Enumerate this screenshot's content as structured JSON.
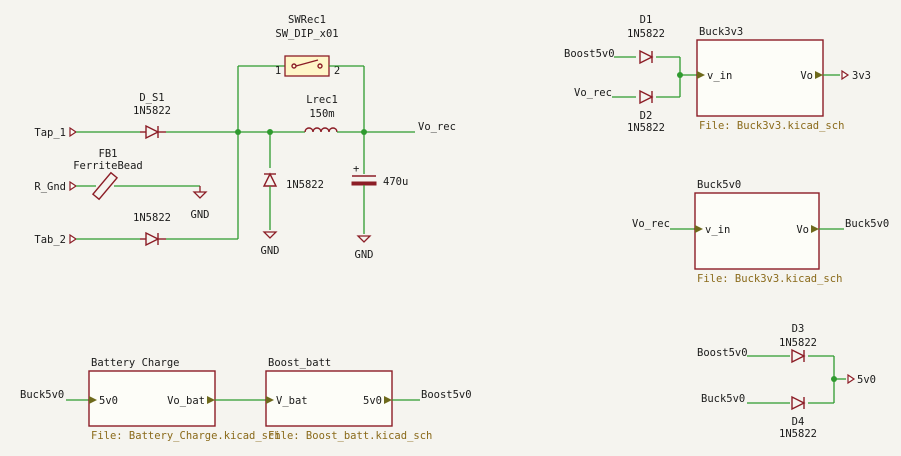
{
  "labels": {
    "tap1": "Tap_1",
    "rgnd": "R_Gnd",
    "tab2": "Tab_2",
    "vo_rec_top": "Vo_rec",
    "boost5v0_top": "Boost5v0",
    "vo_rec_d2": "Vo_rec",
    "out_3v3": "3v3",
    "vo_rec_buck5": "Vo_rec",
    "buck5v0_out": "Buck5v0",
    "buck5v0_batt": "Buck5v0",
    "boost5v0_out": "Boost5v0",
    "boost5v0_d3": "Boost5v0",
    "buck5v0_d4": "Buck5v0",
    "out_5v0": "5v0"
  },
  "components": {
    "swrec_ref": "SWRec1",
    "swrec_val": "SW_DIP_x01",
    "swrec_pin1": "1",
    "swrec_pin2": "2",
    "ds1_ref": "D_S1",
    "ds1_val": "1N5822",
    "fb1_ref": "FB1",
    "fb1_val": "FerriteBead",
    "d_tab_val": "1N5822",
    "lrec_ref": "Lrec1",
    "lrec_val": "150m",
    "dshunt_val": "1N5822",
    "cap_val": "470u",
    "cap_plus": "+",
    "gnd1": "GND",
    "gnd2": "GND",
    "gnd3": "GND",
    "d1_ref": "D1",
    "d1_val": "1N5822",
    "d2_ref": "D2",
    "d2_val": "1N5822",
    "d3_ref": "D3",
    "d3_val": "1N5822",
    "d4_ref": "D4",
    "d4_val": "1N5822"
  },
  "sheets": {
    "buck3v3": {
      "name": "Buck3v3",
      "pin_in": "v_in",
      "pin_out": "Vo",
      "file": "File: Buck3v3.kicad_sch"
    },
    "buck5v0": {
      "name": "Buck5v0",
      "pin_in": "v_in",
      "pin_out": "Vo",
      "file": "File: Buck3v3.kicad_sch"
    },
    "battery": {
      "name": "Battery Charge",
      "pin_in": "5v0",
      "pin_out": "Vo_bat",
      "file": "File: Battery_Charge.kicad_sch"
    },
    "boost": {
      "name": "Boost_batt",
      "pin_in": "V_bat",
      "pin_out": "5v0",
      "file": "File: Boost_batt.kicad_sch"
    }
  },
  "colors": {
    "wire": "#2f9a2f",
    "component": "#8c1d26",
    "background": "#f5f4ef",
    "sheet_file": "#8a6a1a"
  }
}
